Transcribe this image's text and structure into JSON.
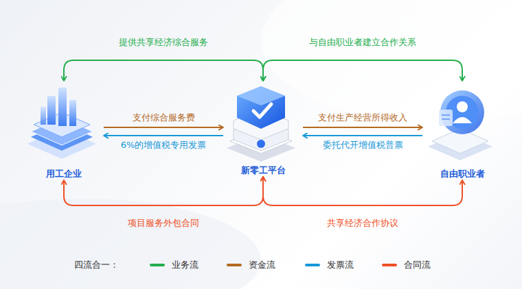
{
  "diagram": {
    "nodes": [
      {
        "text": [
          "用工企业"
        ]
      },
      {
        "text": [
          "新零工平台"
        ]
      },
      {
        "text": [
          "自由职业者"
        ]
      }
    ],
    "edges": [
      {
        "from": 1,
        "to": 0,
        "arrow": "both",
        "label": "提供共享经济综合服务"
      },
      {
        "from": 1,
        "to": 2,
        "arrow": "both",
        "label": "与自由职业者建立合作关系"
      },
      {
        "from": 0,
        "to": 1,
        "arrow": "to",
        "label": "支付综合服务费"
      },
      {
        "from": 1,
        "to": 0,
        "arrow": "to",
        "label": "6%的增值税专用发票"
      },
      {
        "from": 1,
        "to": 2,
        "arrow": "to",
        "label": "支付生产经营所得收入"
      },
      {
        "from": 2,
        "to": 1,
        "arrow": "to",
        "label": "委托代开增值税普票"
      },
      {
        "from": 1,
        "to": 0,
        "arrow": "both",
        "label": "项目服务外包合同"
      },
      {
        "from": 1,
        "to": 2,
        "arrow": "both",
        "label": "共享经济合作协议"
      }
    ],
    "labels": [
      "四流合一："
    ],
    "legend": [
      {
        "text": "业务流",
        "color": "#22ad4b"
      },
      {
        "text": "资金流",
        "color": "#b4691f"
      },
      {
        "text": "发票流",
        "color": "#1798d8"
      },
      {
        "text": "合同流",
        "color": "#ee5026"
      }
    ]
  }
}
